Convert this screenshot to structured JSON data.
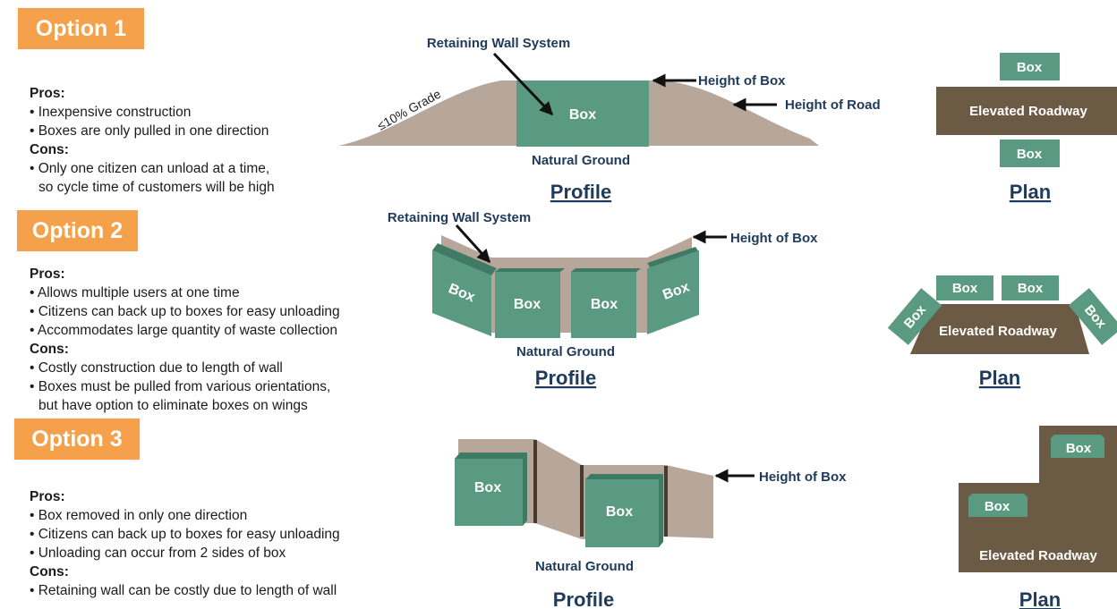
{
  "options": [
    {
      "label": "Option 1",
      "pros_heading": "Pros:",
      "pros": [
        "• Inexpensive construction",
        "• Boxes are only pulled in one direction"
      ],
      "cons_heading": "Cons:",
      "cons": [
        "• Only one citizen can unload at a time,",
        "so cycle time of customers will be high"
      ]
    },
    {
      "label": "Option 2",
      "pros_heading": "Pros:",
      "pros": [
        "• Allows multiple users at one time",
        "• Citizens can back up to boxes for easy unloading",
        "• Accommodates large quantity of waste collection"
      ],
      "cons_heading": "Cons:",
      "cons": [
        "• Costly construction due to length of wall",
        "• Boxes must be pulled from various orientations,",
        "but have option to eliminate boxes on wings"
      ]
    },
    {
      "label": "Option 3",
      "pros_heading": "Pros:",
      "pros": [
        "• Box removed in only one direction",
        "• Citizens can back up to boxes for easy unloading",
        "• Unloading can occur from 2 sides of box"
      ],
      "cons_heading": "Cons:",
      "cons": [
        "• Retaining wall can be costly due to length of wall"
      ]
    }
  ],
  "diagram1": {
    "retaining_wall": "Retaining Wall System",
    "grade": "≤10% Grade",
    "box": "Box",
    "height_of_box": "Height of Box",
    "height_of_road": "Height of Road",
    "natural_ground": "Natural Ground",
    "profile": "Profile",
    "plan_box_top": "Box",
    "plan_road": "Elevated Roadway",
    "plan_box_bottom": "Box",
    "plan": "Plan"
  },
  "diagram2": {
    "retaining_wall": "Retaining Wall System",
    "height_of_box": "Height of Box",
    "box_left_wing": "Box",
    "box_mid1": "Box",
    "box_mid2": "Box",
    "box_right_wing": "Box",
    "natural_ground": "Natural Ground",
    "profile": "Profile",
    "plan_box1": "Box",
    "plan_box2": "Box",
    "plan_box_left": "Box",
    "plan_box_right": "Box",
    "plan_road": "Elevated Roadway",
    "plan": "Plan"
  },
  "diagram3": {
    "box_left": "Box",
    "box_right": "Box",
    "height_of_box": "Height of Box",
    "natural_ground": "Natural Ground",
    "profile": "Profile",
    "plan_box_top": "Box",
    "plan_box_left": "Box",
    "plan_road": "Elevated Roadway",
    "plan": "Plan"
  },
  "colors": {
    "badge": "#f5a04a",
    "box_face": "#5b9a82",
    "box_dark": "#3f7a64",
    "wall": "#b7a79b",
    "road": "#6b5a44",
    "label": "#1f3a5a"
  }
}
